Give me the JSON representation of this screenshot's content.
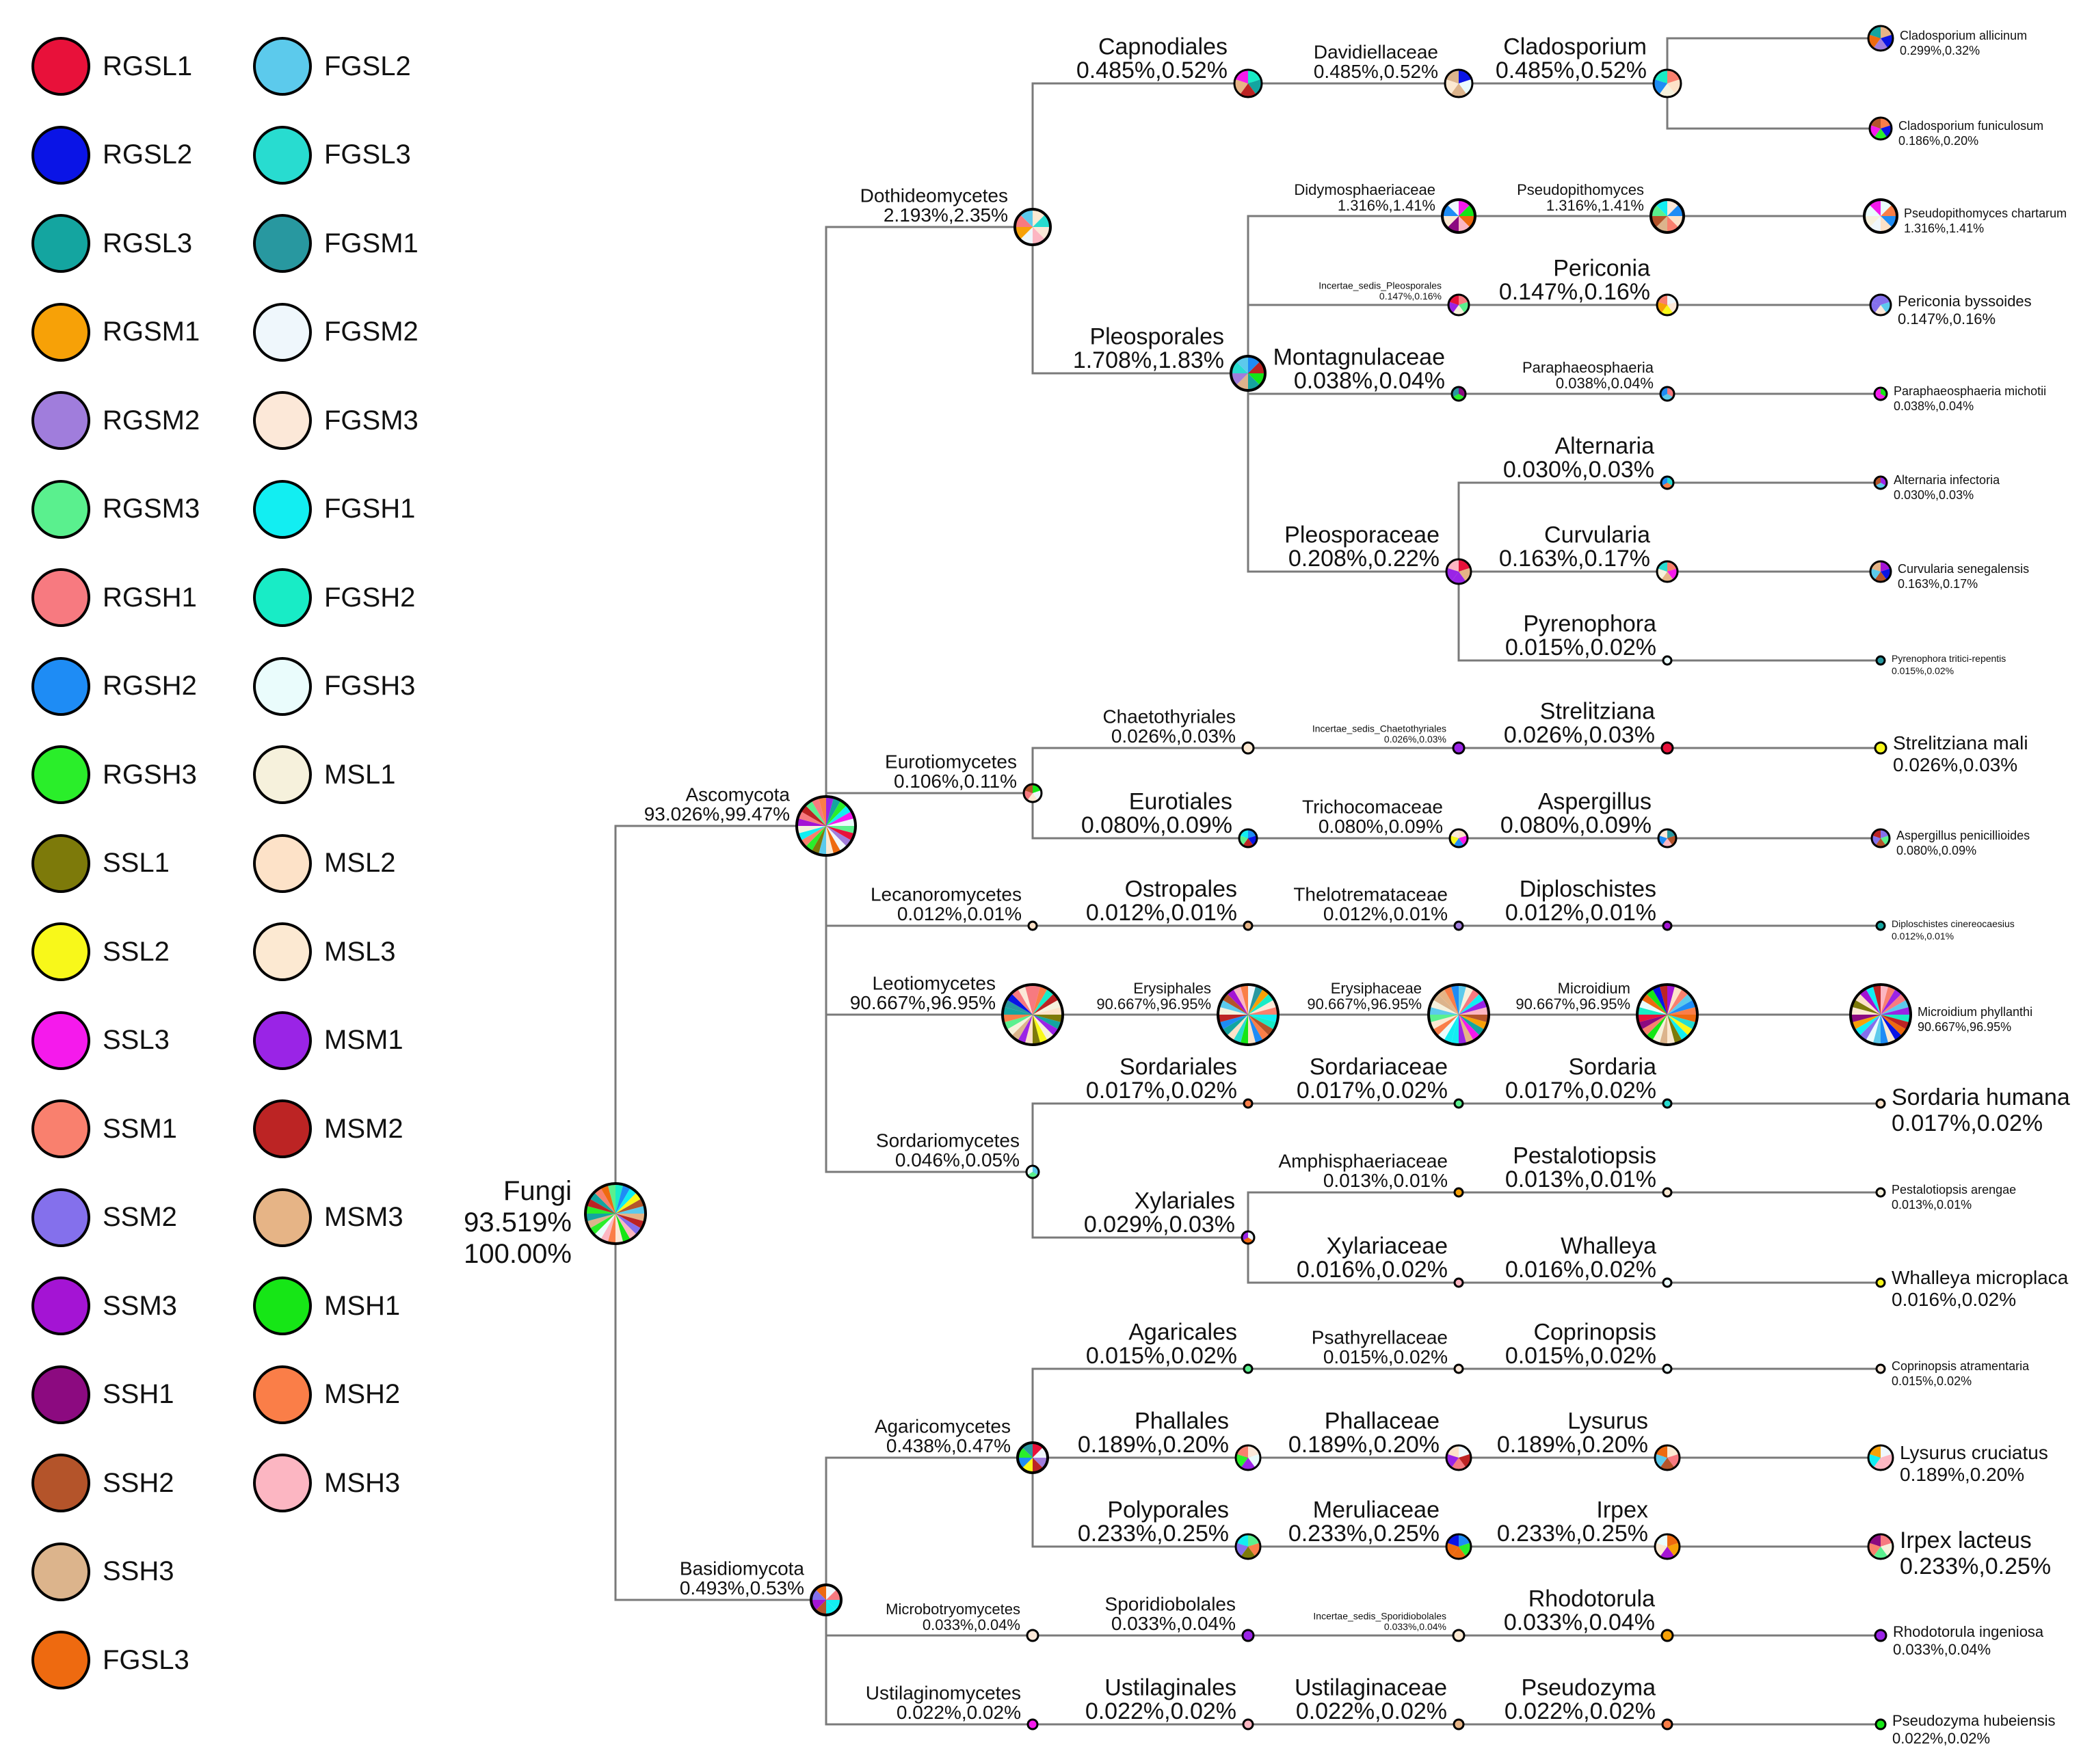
{
  "legend": [
    {
      "label": "RGSL1",
      "color": "#e8113a"
    },
    {
      "label": "RGSL2",
      "color": "#0a14e6"
    },
    {
      "label": "RGSL3",
      "color": "#14a5a0"
    },
    {
      "label": "RGSM1",
      "color": "#f7a107"
    },
    {
      "label": "RGSM2",
      "color": "#a07ddc"
    },
    {
      "label": "RGSM3",
      "color": "#5af08e"
    },
    {
      "label": "RGSH1",
      "color": "#f77a80"
    },
    {
      "label": "RGSH2",
      "color": "#1e8cf5"
    },
    {
      "label": "RGSH3",
      "color": "#2aee2a"
    },
    {
      "label": "SSL1",
      "color": "#7d7a0a"
    },
    {
      "label": "SSL2",
      "color": "#f8f81a"
    },
    {
      "label": "SSL3",
      "color": "#f51aec"
    },
    {
      "label": "SSM1",
      "color": "#f9806e"
    },
    {
      "label": "SSM2",
      "color": "#8470ec"
    },
    {
      "label": "SSM3",
      "color": "#a414d4"
    },
    {
      "label": "SSH1",
      "color": "#8c0a80"
    },
    {
      "label": "SSH2",
      "color": "#b4542a"
    },
    {
      "label": "SSH3",
      "color": "#dcb48c"
    },
    {
      "label": "FGSL3",
      "color": "#ee6a10"
    },
    {
      "label": "FGSL2",
      "color": "#5ccaec"
    },
    {
      "label": "FGSL3",
      "color": "#28dcd0"
    },
    {
      "label": "FGSM1",
      "color": "#2898a0"
    },
    {
      "label": "FGSM2",
      "color": "#eff7fc"
    },
    {
      "label": "FGSM3",
      "color": "#fce8d8"
    },
    {
      "label": "FGSH1",
      "color": "#12eef2"
    },
    {
      "label": "FGSH2",
      "color": "#18ecc6"
    },
    {
      "label": "FGSH3",
      "color": "#eafcfc"
    },
    {
      "label": "MSL1",
      "color": "#f6f1dc"
    },
    {
      "label": "MSL2",
      "color": "#fde2c8"
    },
    {
      "label": "MSL3",
      "color": "#fce9d2"
    },
    {
      "label": "MSM1",
      "color": "#9a24e6"
    },
    {
      "label": "MSM2",
      "color": "#bc2424"
    },
    {
      "label": "MSM3",
      "color": "#e6b486"
    },
    {
      "label": "MSH1",
      "color": "#16e616"
    },
    {
      "label": "MSH2",
      "color": "#fa7e48"
    },
    {
      "label": "MSH3",
      "color": "#fcb6c2"
    }
  ],
  "nodes": {
    "fungi": {
      "name": "Fungi",
      "pct1": "93.519%",
      "pct2": "100.00%"
    },
    "ascomycota": {
      "name": "Ascomycota",
      "value": "93.026%,99.47%"
    },
    "basidiomycota": {
      "name": "Basidiomycota",
      "value": "0.493%,0.53%"
    },
    "dothideomycetes": {
      "name": "Dothideomycetes",
      "value": "2.193%,2.35%"
    },
    "capnodiales": {
      "name": "Capnodiales",
      "value": "0.485%,0.52%"
    },
    "davidiellaceae": {
      "name": "Davidiellaceae",
      "value": "0.485%,0.52%"
    },
    "cladosporium": {
      "name": "Cladosporium",
      "value": "0.485%,0.52%"
    },
    "cladosporium_allicinum": {
      "name": "Cladosporium allicinum",
      "value": "0.299%,0.32%"
    },
    "cladosporium_funiculosum": {
      "name": "Cladosporium funiculosum",
      "value": "0.186%,0.20%"
    },
    "pleosporales": {
      "name": "Pleosporales",
      "value": "1.708%,1.83%"
    },
    "didymosphaeriaceae": {
      "name": "Didymosphaeriaceae",
      "value": "1.316%,1.41%"
    },
    "pseudopithomyces": {
      "name": "Pseudopithomyces",
      "value": "1.316%,1.41%"
    },
    "pseudopithomyces_chartarum": {
      "name": "Pseudopithomyces chartarum",
      "value": "1.316%,1.41%"
    },
    "incertae_pleosporales": {
      "name": "Incertae_sedis_Pleosporales",
      "value": "0.147%,0.16%"
    },
    "periconia": {
      "name": "Periconia",
      "value": "0.147%,0.16%"
    },
    "periconia_byssoides": {
      "name": "Periconia byssoides",
      "value": "0.147%,0.16%"
    },
    "montagnulaceae": {
      "name": "Montagnulaceae",
      "value": "0.038%,0.04%"
    },
    "paraphaeosphaeria": {
      "name": "Paraphaeosphaeria",
      "value": "0.038%,0.04%"
    },
    "paraphaeosphaeria_michotii": {
      "name": "Paraphaeosphaeria michotii",
      "value": "0.038%,0.04%"
    },
    "pleosporaceae": {
      "name": "Pleosporaceae",
      "value": "0.208%,0.22%"
    },
    "alternaria": {
      "name": "Alternaria",
      "value": "0.030%,0.03%"
    },
    "alternaria_infectoria": {
      "name": "Alternaria infectoria",
      "value": "0.030%,0.03%"
    },
    "curvularia": {
      "name": "Curvularia",
      "value": "0.163%,0.17%"
    },
    "curvularia_senegalensis": {
      "name": "Curvularia senegalensis",
      "value": "0.163%,0.17%"
    },
    "pyrenophora": {
      "name": "Pyrenophora",
      "value": "0.015%,0.02%"
    },
    "pyrenophora_tritici": {
      "name": "Pyrenophora tritici-repentis",
      "value": "0.015%,0.02%"
    },
    "eurotiomycetes": {
      "name": "Eurotiomycetes",
      "value": "0.106%,0.11%"
    },
    "chaetothyriales": {
      "name": "Chaetothyriales",
      "value": "0.026%,0.03%"
    },
    "incertae_chaetothyriales": {
      "name": "Incertae_sedis_Chaetothyriales",
      "value": "0.026%,0.03%"
    },
    "strelitziana": {
      "name": "Strelitziana",
      "value": "0.026%,0.03%"
    },
    "strelitziana_mali": {
      "name": "Strelitziana mali",
      "value": "0.026%,0.03%"
    },
    "eurotiales": {
      "name": "Eurotiales",
      "value": "0.080%,0.09%"
    },
    "trichocomaceae": {
      "name": "Trichocomaceae",
      "value": "0.080%,0.09%"
    },
    "aspergillus": {
      "name": "Aspergillus",
      "value": "0.080%,0.09%"
    },
    "aspergillus_penicillioides": {
      "name": "Aspergillus penicillioides",
      "value": "0.080%,0.09%"
    },
    "lecanoromycetes": {
      "name": "Lecanoromycetes",
      "value": "0.012%,0.01%"
    },
    "ostropales": {
      "name": "Ostropales",
      "value": "0.012%,0.01%"
    },
    "thelotremataceae": {
      "name": "Thelotremataceae",
      "value": "0.012%,0.01%"
    },
    "diploschistes": {
      "name": "Diploschistes",
      "value": "0.012%,0.01%"
    },
    "diploschistes_cinereocaesius": {
      "name": "Diploschistes cinereocaesius",
      "value": "0.012%,0.01%"
    },
    "leotiomycetes": {
      "name": "Leotiomycetes",
      "value": "90.667%,96.95%"
    },
    "erysiphales": {
      "name": "Erysiphales",
      "value": "90.667%,96.95%"
    },
    "erysiphaceae": {
      "name": "Erysiphaceae",
      "value": "90.667%,96.95%"
    },
    "microidium": {
      "name": "Microidium",
      "value": "90.667%,96.95%"
    },
    "microidium_phyllanthi": {
      "name": "Microidium phyllanthi",
      "value": "90.667%,96.95%"
    },
    "sordariomycetes": {
      "name": "Sordariomycetes",
      "value": "0.046%,0.05%"
    },
    "sordariales": {
      "name": "Sordariales",
      "value": "0.017%,0.02%"
    },
    "sordariaceae": {
      "name": "Sordariaceae",
      "value": "0.017%,0.02%"
    },
    "sordaria": {
      "name": "Sordaria",
      "value": "0.017%,0.02%"
    },
    "sordaria_humana": {
      "name": "Sordaria humana",
      "value": "0.017%,0.02%"
    },
    "xylariales": {
      "name": "Xylariales",
      "value": "0.029%,0.03%"
    },
    "amphisphaeriaceae": {
      "name": "Amphisphaeriaceae",
      "value": "0.013%,0.01%"
    },
    "pestalotiopsis": {
      "name": "Pestalotiopsis",
      "value": "0.013%,0.01%"
    },
    "pestalotiopsis_arengae": {
      "name": "Pestalotiopsis arengae",
      "value": "0.013%,0.01%"
    },
    "xylariaceae": {
      "name": "Xylariaceae",
      "value": "0.016%,0.02%"
    },
    "whalleya": {
      "name": "Whalleya",
      "value": "0.016%,0.02%"
    },
    "whalleya_microplaca": {
      "name": "Whalleya microplaca",
      "value": "0.016%,0.02%"
    },
    "agaricomycetes": {
      "name": "Agaricomycetes",
      "value": "0.438%,0.47%"
    },
    "agaricales": {
      "name": "Agaricales",
      "value": "0.015%,0.02%"
    },
    "psathyrellaceae": {
      "name": "Psathyrellaceae",
      "value": "0.015%,0.02%"
    },
    "coprinopsis": {
      "name": "Coprinopsis",
      "value": "0.015%,0.02%"
    },
    "coprinopsis_atramentaria": {
      "name": "Coprinopsis atramentaria",
      "value": "0.015%,0.02%"
    },
    "phallales": {
      "name": "Phallales",
      "value": "0.189%,0.20%"
    },
    "phallaceae": {
      "name": "Phallaceae",
      "value": "0.189%,0.20%"
    },
    "lysurus": {
      "name": "Lysurus",
      "value": "0.189%,0.20%"
    },
    "lysurus_cruciatus": {
      "name": "Lysurus cruciatus",
      "value": "0.189%,0.20%"
    },
    "polyporales": {
      "name": "Polyporales",
      "value": "0.233%,0.25%"
    },
    "meruliaceae": {
      "name": "Meruliaceae",
      "value": "0.233%,0.25%"
    },
    "irpex": {
      "name": "Irpex",
      "value": "0.233%,0.25%"
    },
    "irpex_lacteus": {
      "name": "Irpex lacteus",
      "value": "0.233%,0.25%"
    },
    "microbotryomycetes": {
      "name": "Microbotryomycetes",
      "value": "0.033%,0.04%"
    },
    "sporidiobolales": {
      "name": "Sporidiobolales",
      "value": "0.033%,0.04%"
    },
    "incertae_sporidiobolales": {
      "name": "Incertae_sedis_Sporidiobolales",
      "value": "0.033%,0.04%"
    },
    "rhodotorula": {
      "name": "Rhodotorula",
      "value": "0.033%,0.04%"
    },
    "rhodotorula_ingeniosa": {
      "name": "Rhodotorula ingeniosa",
      "value": "0.033%,0.04%"
    },
    "ustilaginomycetes": {
      "name": "Ustilaginomycetes",
      "value": "0.022%,0.02%"
    },
    "ustilaginales": {
      "name": "Ustilaginales",
      "value": "0.022%,0.02%"
    },
    "ustilaginaceae": {
      "name": "Ustilaginaceae",
      "value": "0.022%,0.02%"
    },
    "pseudozyma": {
      "name": "Pseudozyma",
      "value": "0.022%,0.02%"
    },
    "pseudozyma_hubeiensis": {
      "name": "Pseudozyma hubeiensis",
      "value": "0.022%,0.02%"
    }
  }
}
